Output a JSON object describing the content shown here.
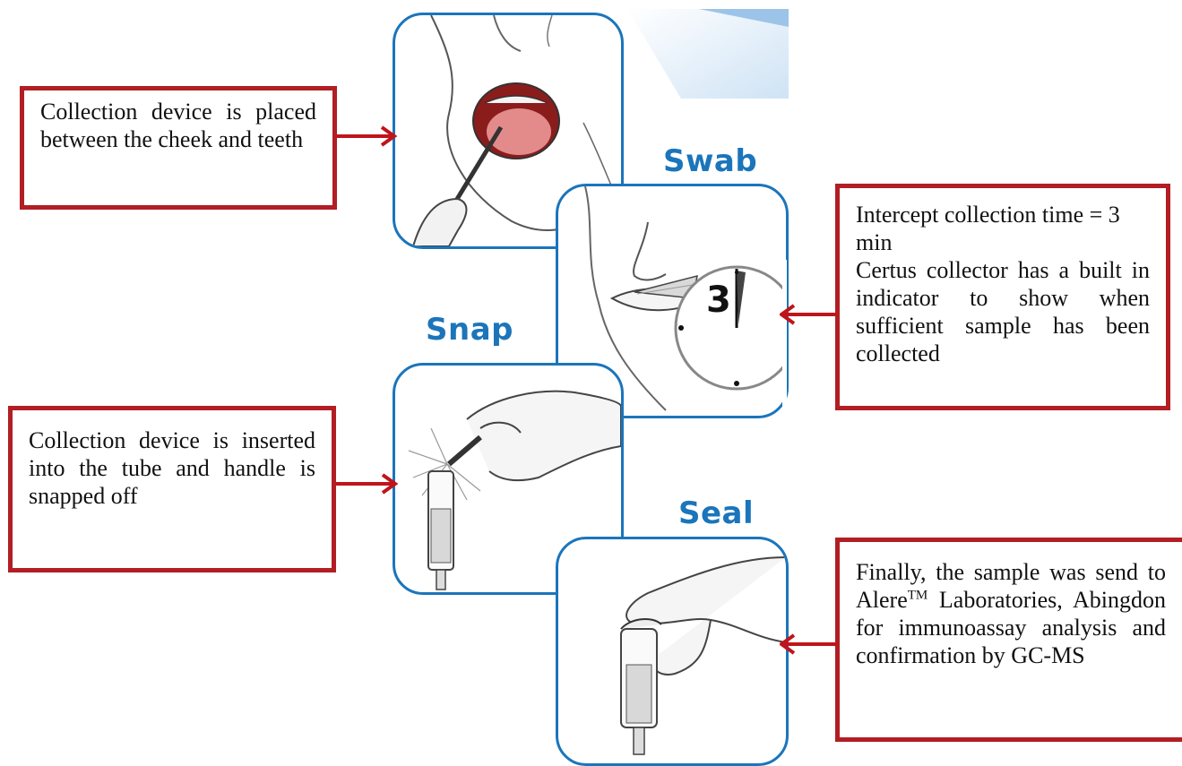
{
  "steps": [
    {
      "id": "insert",
      "title": ""
    },
    {
      "id": "swab",
      "title": "Swab"
    },
    {
      "id": "snap",
      "title": "Snap"
    },
    {
      "id": "seal",
      "title": "Seal"
    }
  ],
  "timer": {
    "number": "3"
  },
  "callouts": {
    "placement": {
      "text": "Collection device is placed between the cheek and teeth"
    },
    "intercept": {
      "line1": "Intercept collection time = 3 min",
      "line2": "Certus collector has a built in indicator to show when sufficient sample has been collected"
    },
    "inserted": {
      "text": "Collection device is inserted into the tube and handle is snapped off"
    },
    "finally": {
      "before": "Finally, the sample was send to Alere",
      "superscript": "TM",
      "after": " Laboratories, Abingdon for immunoassay analysis and confirmation by GC-MS"
    }
  },
  "colors": {
    "panel_border": "#1b75bb",
    "title": "#1b75bb",
    "callout_border": "#b11e23",
    "arrow": "#c0141b"
  }
}
